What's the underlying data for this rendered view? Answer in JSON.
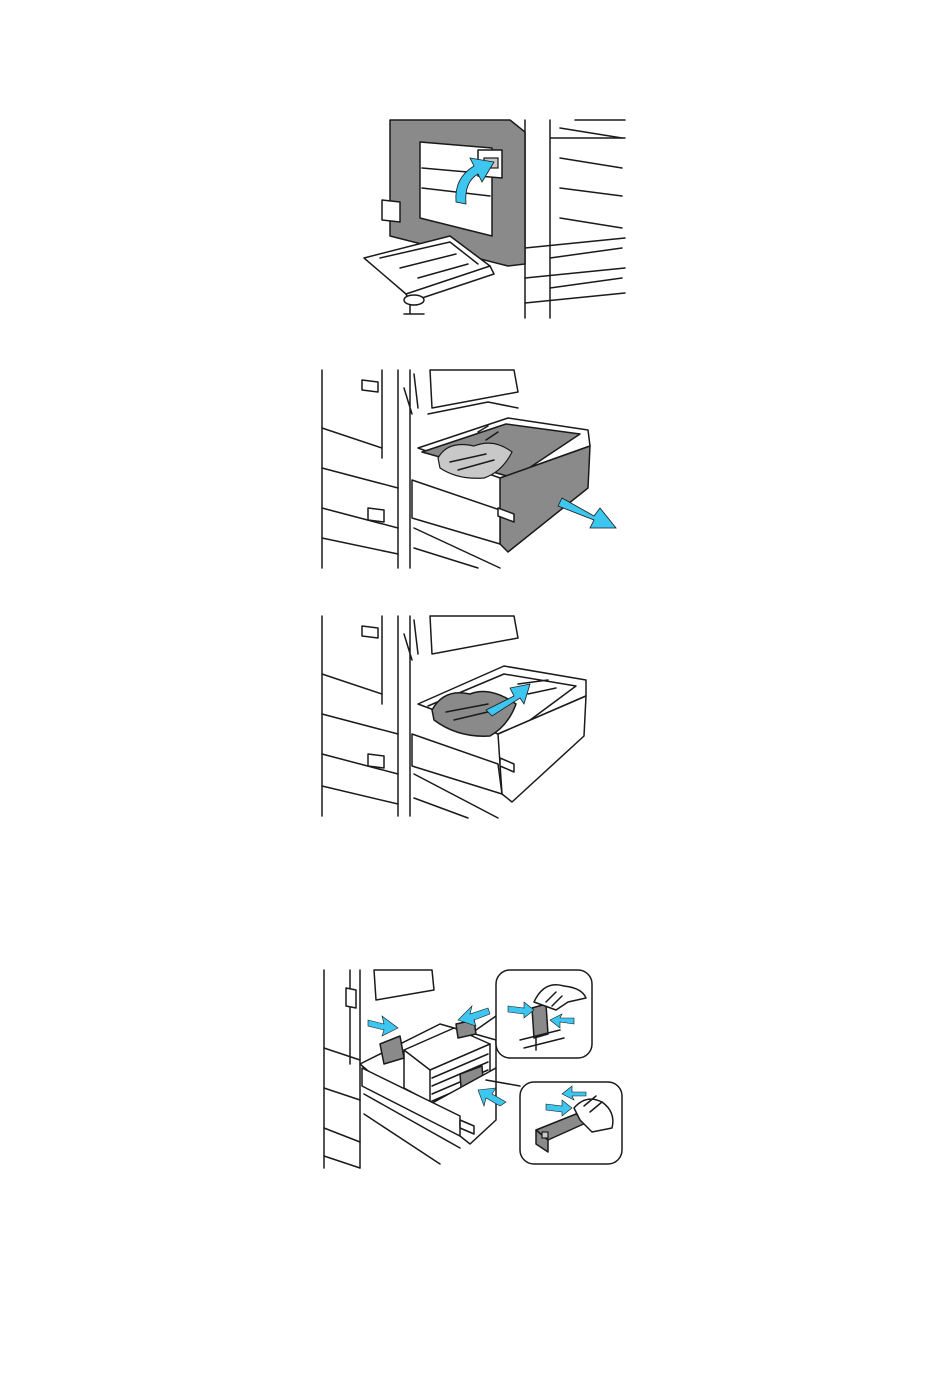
{
  "page": {
    "background_color": "#ffffff"
  },
  "illustrations": [
    {
      "id": "open-side-door",
      "icon": "printer-left-door-open-icon",
      "arrow": "curved-arrow-up"
    },
    {
      "id": "pull-out-tray",
      "icon": "printer-tray-pull-out-icon",
      "arrow": "straight-arrow-out"
    },
    {
      "id": "remove-jammed-paper",
      "icon": "printer-tray-remove-paper-icon",
      "arrow": "straight-arrow-up"
    },
    {
      "id": "adjust-paper-guides",
      "icon": "printer-tray-guides-icon",
      "arrow": "squeeze-arrows",
      "callouts": 2
    }
  ],
  "colors": {
    "accent_arrow": "#3cc6f0",
    "panel_gray": "#8a8a8a",
    "line": "#1a1a1a"
  }
}
